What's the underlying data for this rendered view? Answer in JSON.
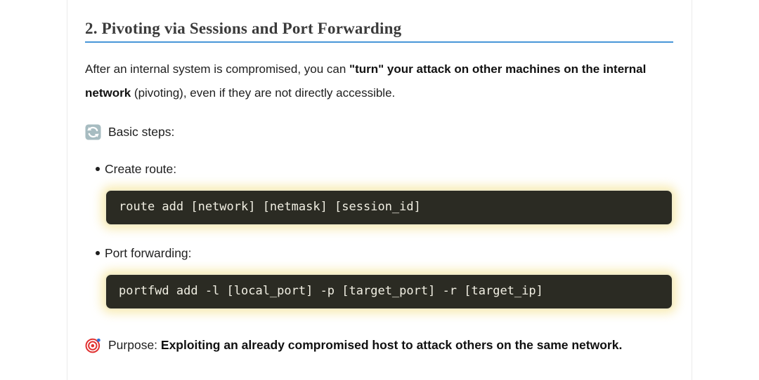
{
  "page": {
    "heading": "2. Pivoting via Sessions and Port Forwarding",
    "intro": {
      "normal1": "After an internal system is compromised, you can ",
      "bold": "\"turn\" your attack on other machines on the internal network",
      "normal2": " (pivoting), even if they are not directly accessible."
    },
    "basic_steps": {
      "icon": "cycle-arrows-icon",
      "label": "Basic steps:"
    },
    "steps": [
      {
        "label": "Create route:",
        "code": "route add [network] [netmask] [session_id]"
      },
      {
        "label": "Port forwarding:",
        "code": "portfwd add -l [local_port] -p [target_port] -r [target_ip]"
      }
    ],
    "purpose": {
      "icon": "target-icon",
      "prefix": "Purpose: ",
      "bold": "Exploiting an already compromised host to attack others on the same network."
    },
    "colors": {
      "rule_blue": "#4796d8",
      "code_background": "#2b2b23",
      "code_border": "#f2ecca",
      "code_glow": "#f6e59e",
      "code_text": "#f1efe3",
      "heading_text": "#3b3b3b",
      "body_text": "#1e1e1e",
      "cycle_icon_fill": "#a7bcc1",
      "target_red": "#e03131",
      "dart_blue": "#2f6fd6"
    }
  }
}
